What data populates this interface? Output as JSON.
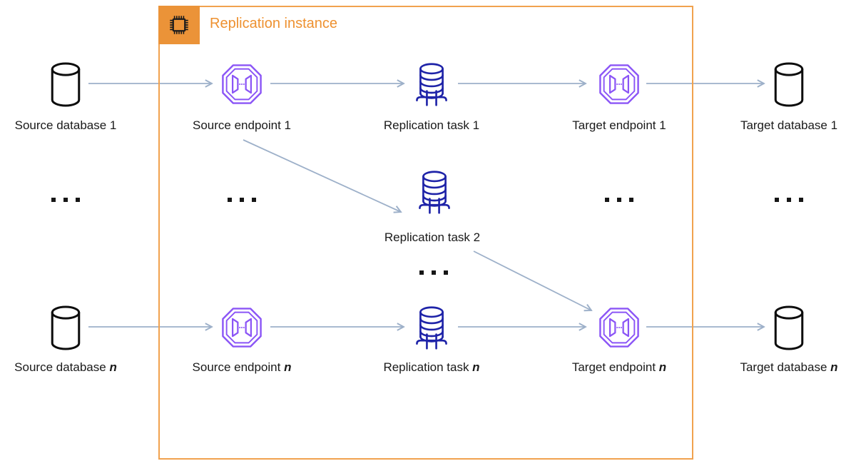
{
  "colors": {
    "orange_fill": "#EB9338",
    "orange_border": "#F1A24E",
    "orange_text": "#EE9130",
    "purple": "#8B55F6",
    "navy": "#1E23A8",
    "arrow": "#9DB0C9",
    "text": "#1A1A1A"
  },
  "replication_instance": {
    "label": "Replication instance",
    "icon": "chip-icon"
  },
  "row1": {
    "source_database": "Source database 1",
    "source_endpoint": "Source endpoint 1",
    "replication_task": "Replication task 1",
    "target_endpoint": "Target endpoint 1",
    "target_database": "Target database 1"
  },
  "middle_row": {
    "replication_task": "Replication task 2",
    "ellipsis": "..."
  },
  "row_n": {
    "source_database_prefix": "Source database ",
    "source_endpoint_prefix": "Source endpoint ",
    "replication_task_prefix": "Replication task ",
    "target_endpoint_prefix": "Target endpoint ",
    "target_database_prefix": "Target database ",
    "n_suffix": "n"
  },
  "icons": {
    "badge": "chip-icon",
    "database": "database-cylinder-icon",
    "endpoint": "dms-endpoint-icon",
    "task": "replication-task-icon"
  }
}
